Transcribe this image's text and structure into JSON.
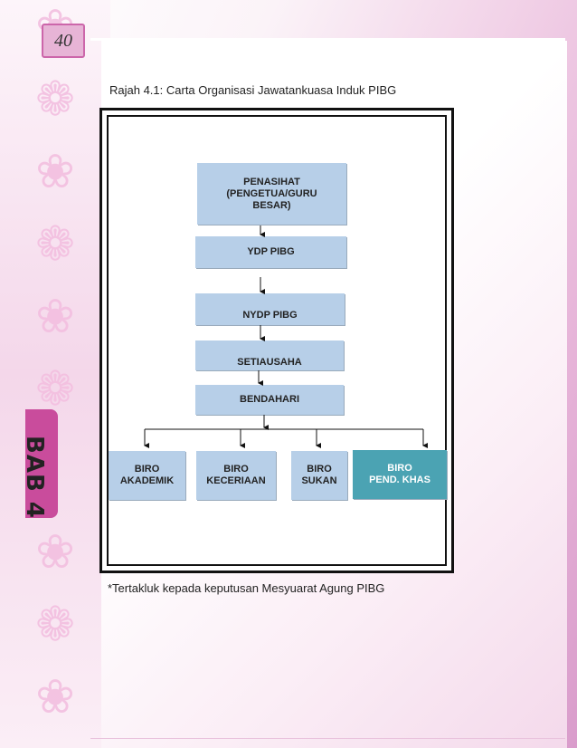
{
  "page_number": "40",
  "chapter": "BAB 4",
  "caption": "Rajah 4.1: Carta Organisasi Jawatankuasa Induk PIBG",
  "org_chart": {
    "penasihat": "PENASIHAT\n(PENGETUA/GURU\nBESAR)",
    "ydp": "YDP PIBG",
    "nydp": "NYDP PIBG",
    "setiausaha": "SETIAUSAHA",
    "bendahari": "BENDAHARI",
    "biro_akademik": "BIRO\nAKADEMIK",
    "biro_keceriaan": "BIRO\nKECERIAAN",
    "biro_sukan": "BIRO\nSUKAN",
    "biro_khas": "BIRO\nPEND. KHAS"
  },
  "footnote": "*Tertakluk kepada keputusan Mesyuarat Agung   PIBG",
  "colors": {
    "box": "#b7cfe8",
    "box_highlight": "#4ba3b3",
    "chapter_tab": "#c94c9c",
    "page_number_bg": "#e7b4d6"
  }
}
